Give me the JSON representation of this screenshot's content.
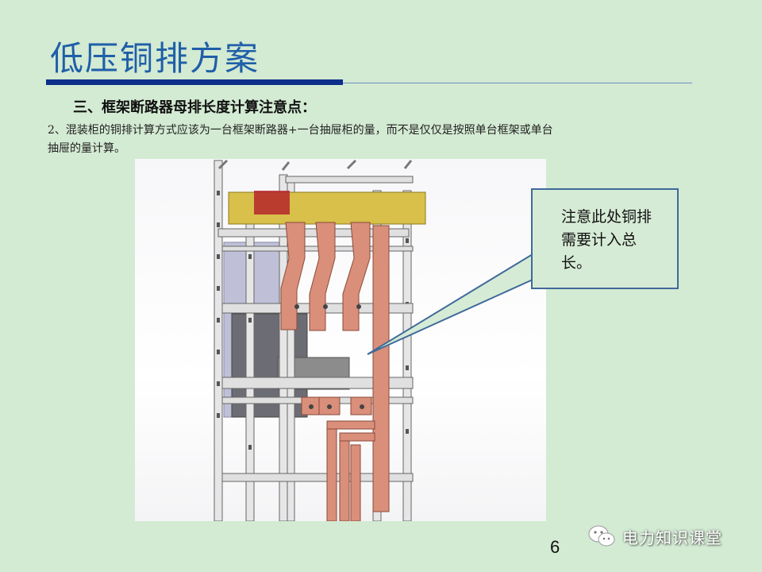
{
  "slide": {
    "title": "低压铜排方案",
    "heading": "三、框架断路器母排长度计算注意点：",
    "note_line1": "2、混装柜的铜排计算方式应该为一台框架断路器+一台抽屉柜的量，而不是仅仅是按照单台框架或单台",
    "note_line2": "抽屉的量计算。",
    "page_number": "6"
  },
  "callout": {
    "text": "注意此处铜排需要计入总长。"
  },
  "watermark": {
    "icon": "wechat-icon",
    "text": "电力知识课堂"
  },
  "colors": {
    "background": "#d3ead3",
    "title": "#1f5fa8",
    "rule": "#0b2f8a",
    "callout_border": "#3f6a99",
    "copper": "#d98f7a",
    "busbar_yellow": "#d8c04a"
  }
}
